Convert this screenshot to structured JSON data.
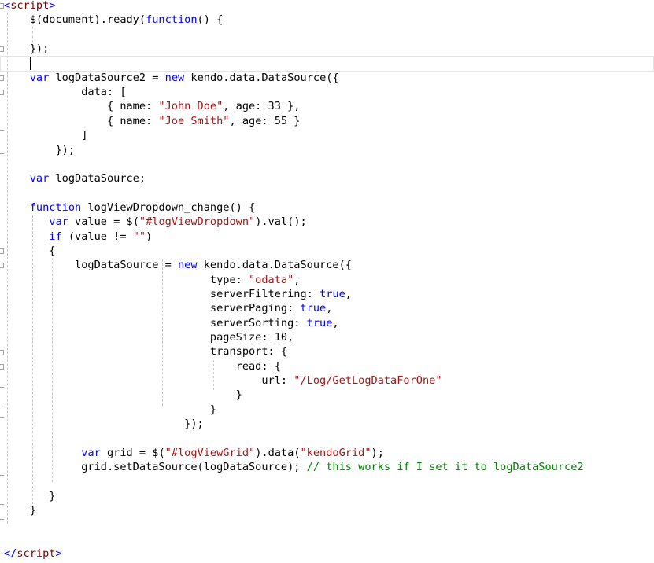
{
  "editor": {
    "lines": [
      [
        [
          "br",
          "<"
        ],
        [
          "tag",
          "script"
        ],
        [
          "br",
          ">"
        ]
      ],
      [
        [
          "t",
          "    $(document).ready("
        ],
        [
          "kw",
          "function"
        ],
        [
          "t",
          "() {"
        ]
      ],
      [],
      [
        [
          "t",
          "    });"
        ]
      ],
      [],
      [
        [
          "t",
          "    "
        ],
        [
          "kw",
          "var"
        ],
        [
          "t",
          " logDataSource2 = "
        ],
        [
          "kw",
          "new"
        ],
        [
          "t",
          " kendo.data.DataSource({"
        ]
      ],
      [
        [
          "t",
          "            data: ["
        ]
      ],
      [
        [
          "t",
          "                { name: "
        ],
        [
          "str",
          "\"John Doe\""
        ],
        [
          "t",
          ", age: 33 },"
        ]
      ],
      [
        [
          "t",
          "                { name: "
        ],
        [
          "str",
          "\"Joe Smith\""
        ],
        [
          "t",
          ", age: 55 }"
        ]
      ],
      [
        [
          "t",
          "            ]"
        ]
      ],
      [
        [
          "t",
          "        });"
        ]
      ],
      [],
      [
        [
          "t",
          "    "
        ],
        [
          "kw",
          "var"
        ],
        [
          "t",
          " logDataSource;"
        ]
      ],
      [],
      [
        [
          "t",
          "    "
        ],
        [
          "kw",
          "function"
        ],
        [
          "t",
          " logViewDropdown_change() {"
        ]
      ],
      [
        [
          "t",
          "       "
        ],
        [
          "kw",
          "var"
        ],
        [
          "t",
          " value = $("
        ],
        [
          "str",
          "\"#logViewDropdown\""
        ],
        [
          "t",
          ").val();"
        ]
      ],
      [
        [
          "t",
          "       "
        ],
        [
          "kw",
          "if"
        ],
        [
          "t",
          " (value != "
        ],
        [
          "str",
          "\"\""
        ],
        [
          "t",
          ")"
        ]
      ],
      [
        [
          "t",
          "       {"
        ]
      ],
      [
        [
          "t",
          "           logDataSource = "
        ],
        [
          "kw",
          "new"
        ],
        [
          "t",
          " kendo.data.DataSource({"
        ]
      ],
      [
        [
          "t",
          "                                type: "
        ],
        [
          "str",
          "\"odata\""
        ],
        [
          "t",
          ","
        ]
      ],
      [
        [
          "t",
          "                                serverFiltering: "
        ],
        [
          "kw",
          "true"
        ],
        [
          "t",
          ","
        ]
      ],
      [
        [
          "t",
          "                                serverPaging: "
        ],
        [
          "kw",
          "true"
        ],
        [
          "t",
          ","
        ]
      ],
      [
        [
          "t",
          "                                serverSorting: "
        ],
        [
          "kw",
          "true"
        ],
        [
          "t",
          ","
        ]
      ],
      [
        [
          "t",
          "                                pageSize: 10,"
        ]
      ],
      [
        [
          "t",
          "                                transport: {"
        ]
      ],
      [
        [
          "t",
          "                                    read: {"
        ]
      ],
      [
        [
          "t",
          "                                        url: "
        ],
        [
          "str",
          "\"/Log/GetLogDataForOne\""
        ]
      ],
      [
        [
          "t",
          "                                    }"
        ]
      ],
      [
        [
          "t",
          "                                }"
        ]
      ],
      [
        [
          "t",
          "                            });"
        ]
      ],
      [],
      [
        [
          "t",
          "            "
        ],
        [
          "kw",
          "var"
        ],
        [
          "t",
          " grid = $("
        ],
        [
          "str",
          "\"#logViewGrid\""
        ],
        [
          "t",
          ").data("
        ],
        [
          "str",
          "\"kendoGrid\""
        ],
        [
          "t",
          ");"
        ]
      ],
      [
        [
          "t",
          "            grid.setDataSource(logDataSource); "
        ],
        [
          "cm",
          "// this works if I set it to logDataSource2"
        ]
      ],
      [],
      [
        [
          "t",
          "       }"
        ]
      ],
      [
        [
          "t",
          "    }"
        ]
      ],
      [],
      [],
      [
        [
          "br",
          "</"
        ],
        [
          "tag",
          "script"
        ],
        [
          "br",
          ">"
        ]
      ]
    ]
  }
}
